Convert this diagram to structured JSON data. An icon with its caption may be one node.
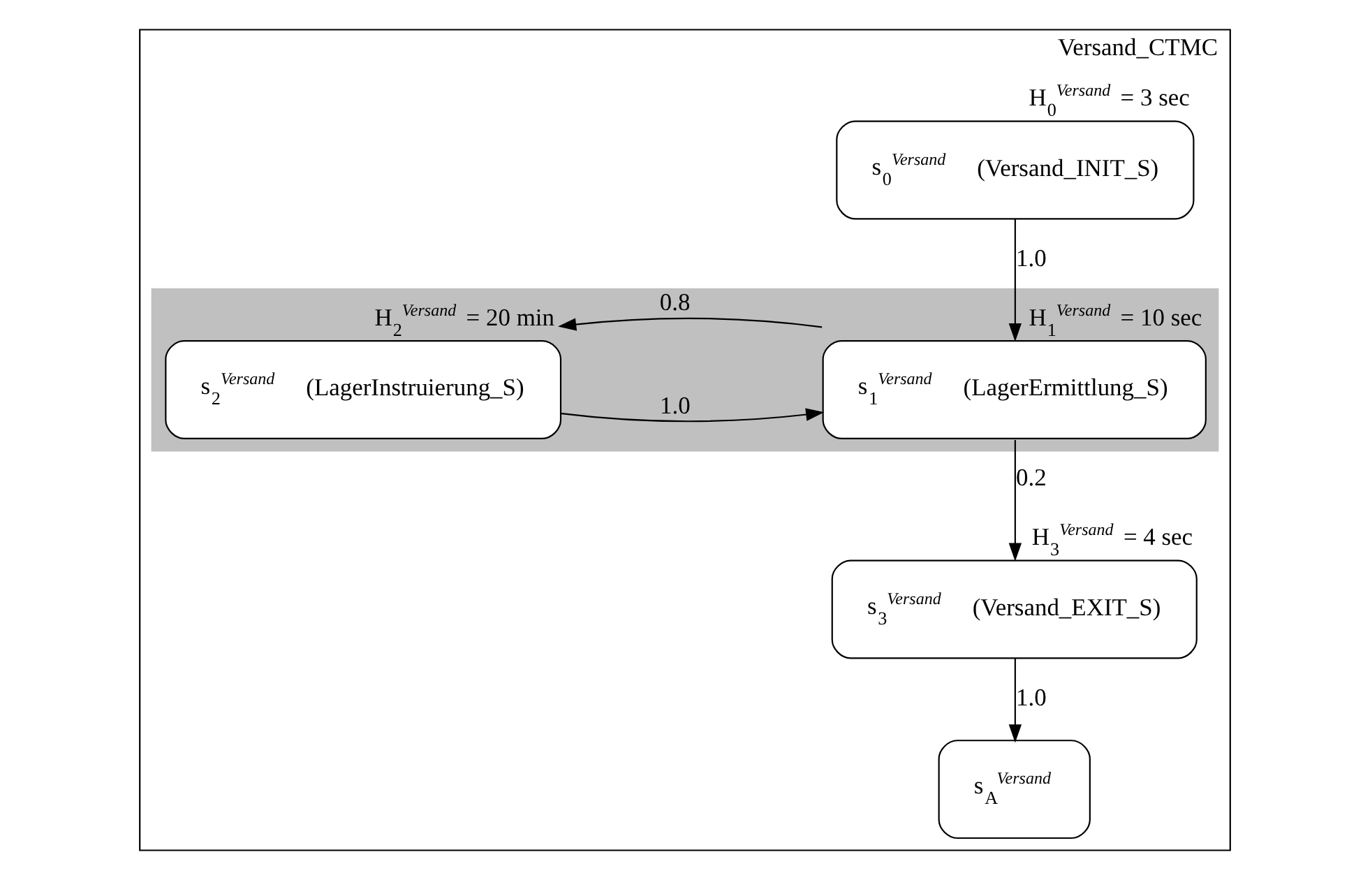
{
  "diagram": {
    "nodes": [
      {
        "text": [
          "Versand_CTMC"
        ]
      },
      {
        "text": [
          "s$_{0}$$^{Versand}$",
          "(Versand_INIT_S)"
        ],
        "beside": [
          "H$_{0}$$^{Versand}$ = 3 sec"
        ],
        "in": 0
      },
      {
        "text": [],
        "shape": "band",
        "in": 0
      },
      {
        "text": [
          "s$_{1}$$^{Versand}$",
          "(LagerErmittlung_S)"
        ],
        "beside": [
          "H$_{1}$$^{Versand}$ = 10 sec"
        ],
        "in": 2
      },
      {
        "text": [
          "s$_{2}$$^{Versand}$",
          "(LagerInstruierung_S)"
        ],
        "beside": [
          "H$_{2}$$^{Versand}$ = 20 min"
        ],
        "in": 2
      },
      {
        "text": [
          "s$_{3}$$^{Versand}$",
          "(Versand_EXIT_S)"
        ],
        "beside": [
          "H$_{3}$$^{Versand}$ = 4 sec"
        ],
        "in": 0
      },
      {
        "text": [
          "s$_{A}$$^{Versand}$"
        ],
        "in": 0
      }
    ],
    "edges": [
      {
        "from": 1,
        "to": 3,
        "arrow": "to",
        "label": "1.0"
      },
      {
        "from": 4,
        "to": 3,
        "arrow": "to",
        "label": "1.0"
      },
      {
        "from": 3,
        "to": 4,
        "arrow": "to",
        "label": "0.8"
      },
      {
        "from": 3,
        "to": 5,
        "arrow": "to",
        "label": "0.2"
      },
      {
        "from": 5,
        "to": 6,
        "arrow": "to",
        "label": "1.0"
      }
    ]
  }
}
